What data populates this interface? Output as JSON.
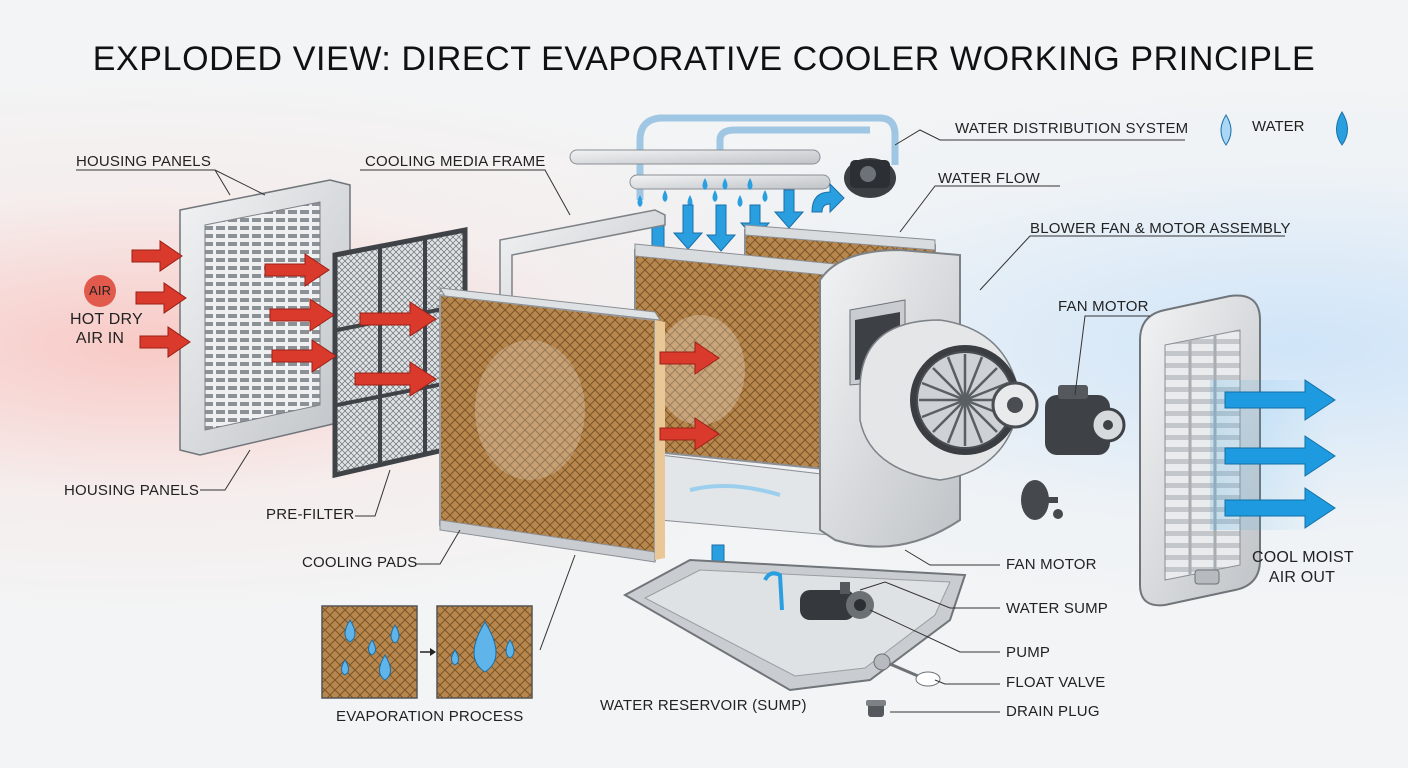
{
  "title": "EXPLODED VIEW: DIRECT EVAPORATIVE COOLER WORKING PRINCIPLE",
  "legend": {
    "water": "WATER"
  },
  "badge": {
    "air": "AIR"
  },
  "inlet": {
    "line1": "HOT DRY",
    "line2": "AIR IN"
  },
  "outlet": {
    "line1": "COOL MOIST",
    "line2": "AIR OUT"
  },
  "labels": {
    "housing_panels_top": "HOUSING PANELS",
    "housing_panels_bottom": "HOUSING PANELS",
    "cooling_media_frame": "COOLING MEDIA FRAME",
    "water_distribution_system": "WATER DISTRIBUTION SYSTEM",
    "water_flow": "WATER FLOW",
    "blower_fan_motor_assembly": "BLOWER FAN & MOTOR ASSEMBLY",
    "fan_motor_top": "FAN MOTOR",
    "pre_filter": "PRE-FILTER",
    "cooling_pads": "COOLING PADS",
    "evaporation_process": "EVAPORATION PROCESS",
    "water_reservoir": "WATER RESERVOIR (SUMP)",
    "fan_motor_bottom": "FAN MOTOR",
    "water_sump": "WATER SUMP",
    "pump": "PUMP",
    "float_valve": "FLOAT VALVE",
    "drain_plug": "DRAIN PLUG"
  },
  "colors": {
    "air_hot": "#d93a2b",
    "air_cool": "#1e9be0",
    "water": "#2a9fe0",
    "pad": "#b88a52",
    "metal": "#d7dadd"
  }
}
